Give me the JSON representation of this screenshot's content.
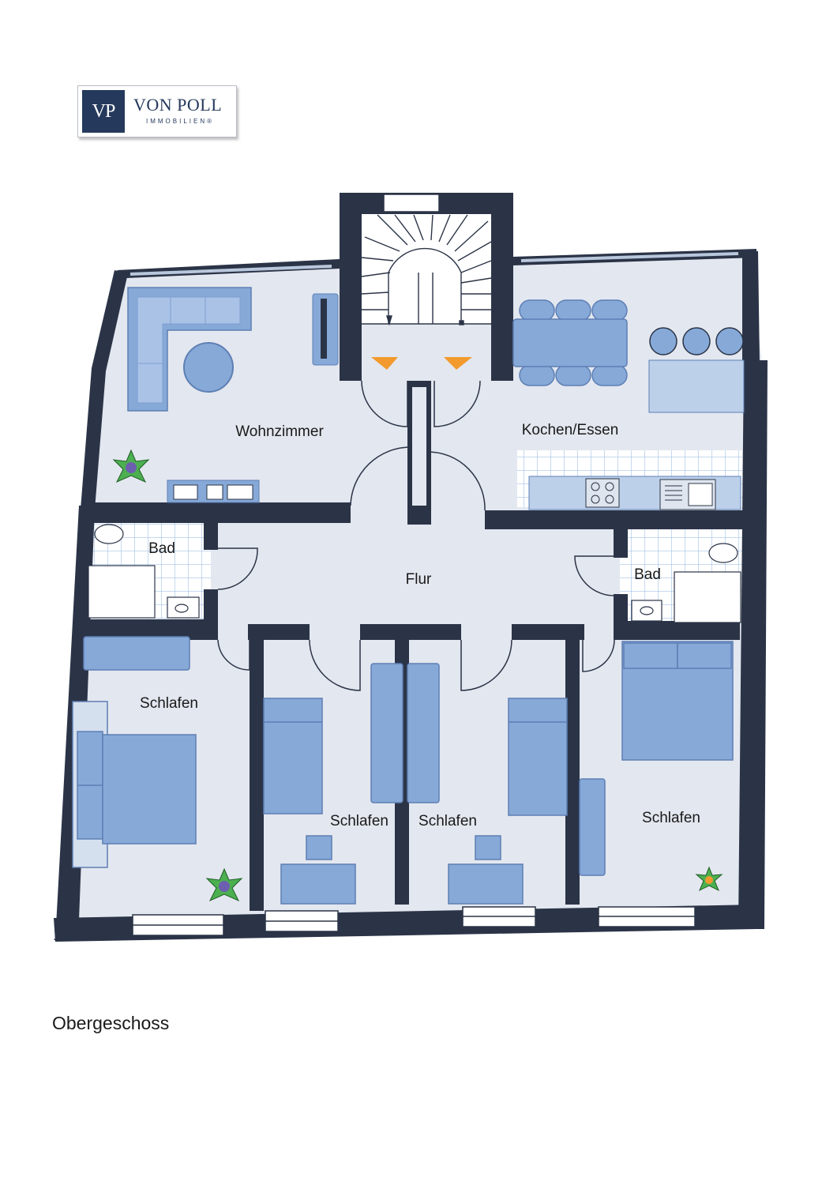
{
  "logo": {
    "mark": "VP",
    "name": "VON POLL",
    "subtitle": "IMMOBILIEN®"
  },
  "floor_caption": "Obergeschoss",
  "rooms": {
    "wohnzimmer": "Wohnzimmer",
    "kochen_essen": "Kochen/Essen",
    "flur": "Flur",
    "bad_left": "Bad",
    "bad_right": "Bad",
    "schlafen_1": "Schlafen",
    "schlafen_2": "Schlafen",
    "schlafen_3": "Schlafen",
    "schlafen_4": "Schlafen"
  },
  "colors": {
    "wall": "#2b3447",
    "floor": "#e3e7ef",
    "furniture": "#86a9d8",
    "furniture_light": "#bcd0ea",
    "stair_arrow": "#f29a2e"
  }
}
